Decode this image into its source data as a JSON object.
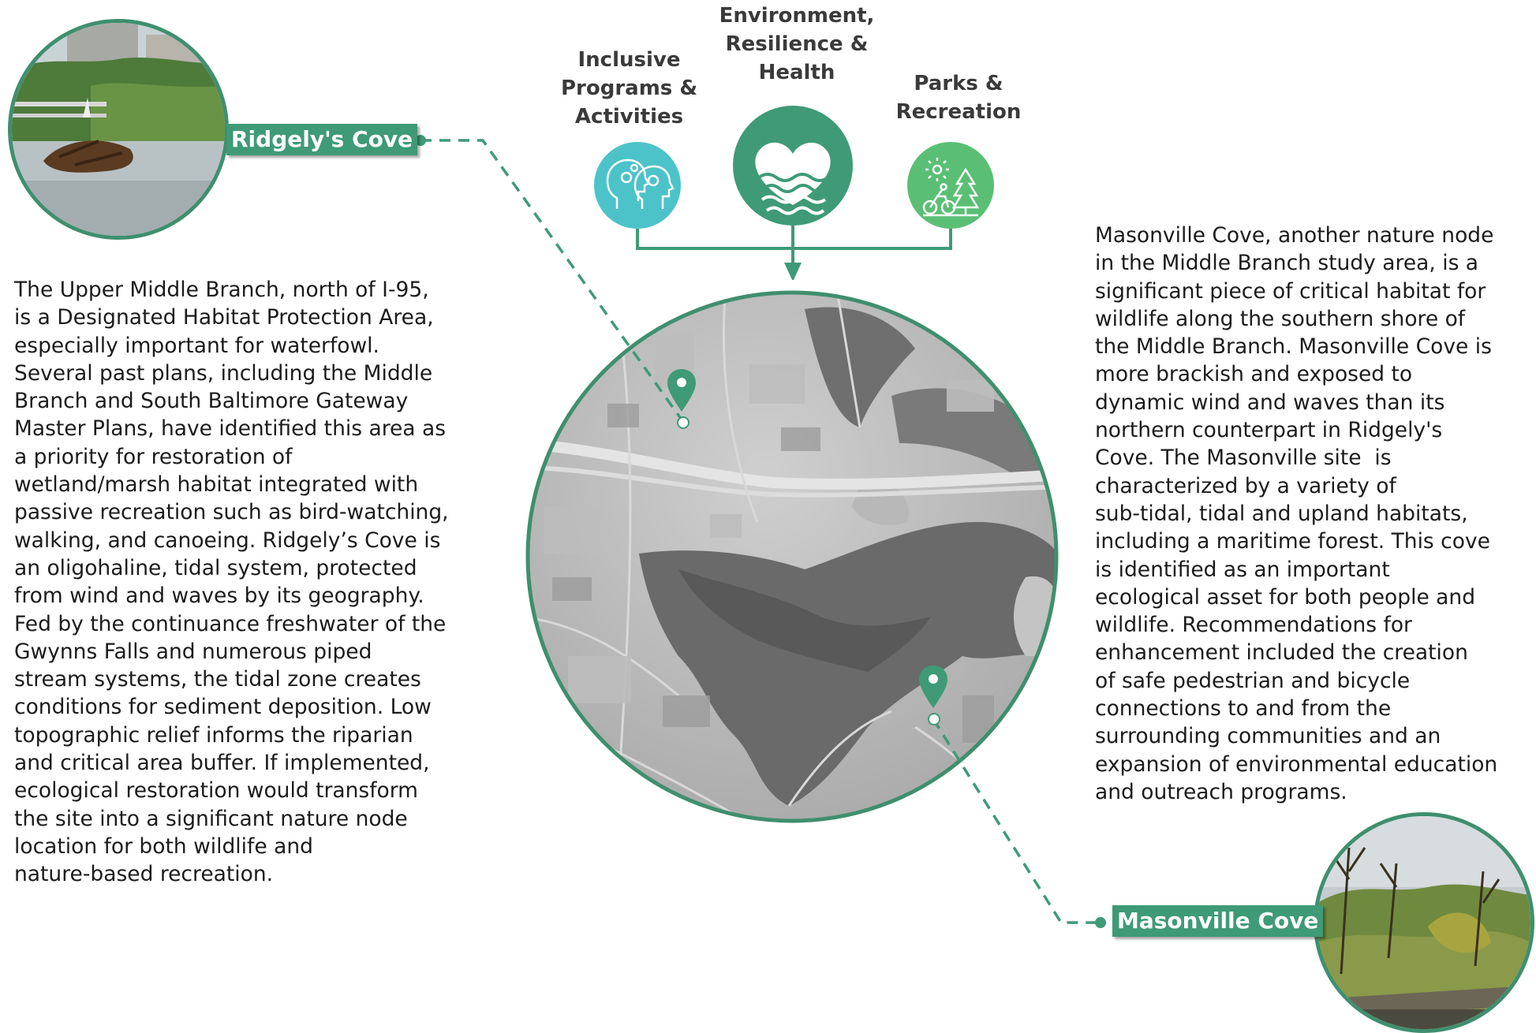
{
  "themes": [
    {
      "id": "programs",
      "label": "Inclusive\nPrograms &\nActivities",
      "icon": "people-gears-icon",
      "color": "#4cc3c9"
    },
    {
      "id": "environment",
      "label": "Environment,\nResilience &\nHealth",
      "icon": "heart-waves-icon",
      "color": "#3f9a77"
    },
    {
      "id": "parks",
      "label": "Parks &\nRecreation",
      "icon": "cyclist-tree-icon",
      "color": "#5abf74"
    }
  ],
  "locations": {
    "ridgely": {
      "label": "Ridgely's Cove"
    },
    "masonville": {
      "label": "Masonville Cove"
    }
  },
  "text": {
    "left": "The Upper Middle Branch, north of I-95,\nis a Designated Habitat Protection Area,\nespecially important for waterfowl.\nSeveral past plans, including the Middle\nBranch and South Baltimore Gateway\nMaster Plans, have identified this area as\na priority for restoration of\nwetland/marsh habitat integrated with\npassive recreation such as bird-watching,\nwalking, and canoeing. Ridgely’s Cove is\nan oligohaline, tidal system, protected\nfrom wind and waves by its geography.\nFed by the continuance freshwater of the\nGwynns Falls and numerous piped\nstream systems, the tidal zone creates\nconditions for sediment deposition. Low\ntopographic relief informs the riparian\nand critical area buffer. If implemented,\necological restoration would transform\nthe site into a significant nature node\nlocation for both wildlife and\nnature-based recreation.",
    "right": "Masonville Cove, another nature node\nin the Middle Branch study area, is a\nsignificant piece of critical habitat for\nwildlife along the southern shore of\nthe Middle Branch. Masonville Cove is\nmore brackish and exposed to\ndynamic wind and waves than its\nnorthern counterpart in Ridgely's\nCove. The Masonville site  is\ncharacterized by a variety of\nsub-tidal, tidal and upland habitats,\nincluding a maritime forest. This cove\nis identified as an important\necological asset for both people and\nwildlife. Recommendations for\nenhancement included the creation\nof safe pedestrian and bicycle\nconnections to and from the\nsurrounding communities and an\nexpansion of environmental education\nand outreach programs."
  },
  "colors": {
    "accent": "#3f9a77",
    "ring": "#3f8f6f",
    "connector": "#3f9a77"
  }
}
